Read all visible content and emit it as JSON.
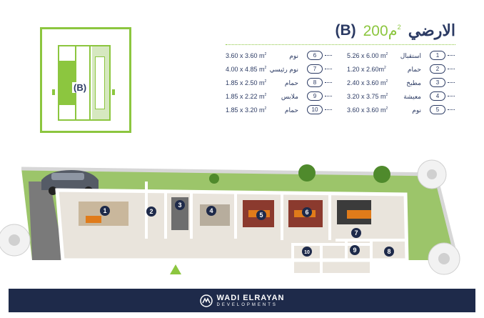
{
  "keyplan": {
    "label": "(B)"
  },
  "title": {
    "arabic": "الارضي",
    "area": "200م",
    "area_sup": "2",
    "code": "(B)"
  },
  "rooms_right": [
    {
      "num": "1",
      "name": "استقبال",
      "dim": "5.26 x 6.00 m",
      "sup": "2"
    },
    {
      "num": "2",
      "name": "حمام",
      "dim": "1.20 x 2.60m",
      "sup": "2"
    },
    {
      "num": "3",
      "name": "مطبخ",
      "dim": "2.40 x 3.60 m",
      "sup": "2"
    },
    {
      "num": "4",
      "name": "معيشة",
      "dim": "3.20 x 3.75 m",
      "sup": "2"
    },
    {
      "num": "5",
      "name": "نوم",
      "dim": "3.60 x 3.60 m",
      "sup": "2"
    }
  ],
  "rooms_left": [
    {
      "num": "6",
      "name": "نوم",
      "dim": "3.60 x 3.60 m",
      "sup": "2"
    },
    {
      "num": "7",
      "name": "نوم رئيسي",
      "dim": "4.00 x 4.85 m",
      "sup": "2"
    },
    {
      "num": "8",
      "name": "حمام",
      "dim": "1.85 x 2.50 m",
      "sup": "2"
    },
    {
      "num": "9",
      "name": "ملابس",
      "dim": "1.85 x 2.22 m",
      "sup": "2"
    },
    {
      "num": "10",
      "name": "حمام",
      "dim": "1.85 x 3.20 m",
      "sup": "2"
    }
  ],
  "plan_markers": [
    "1",
    "2",
    "3",
    "4",
    "5",
    "6",
    "7",
    "8",
    "9",
    "10"
  ],
  "footer": {
    "brand": "WADI ELRAYAN",
    "sub": "DEVELOPMENTS"
  },
  "colors": {
    "accent": "#8cc63f",
    "navy": "#2b3a63",
    "footer": "#1e2a4a"
  }
}
